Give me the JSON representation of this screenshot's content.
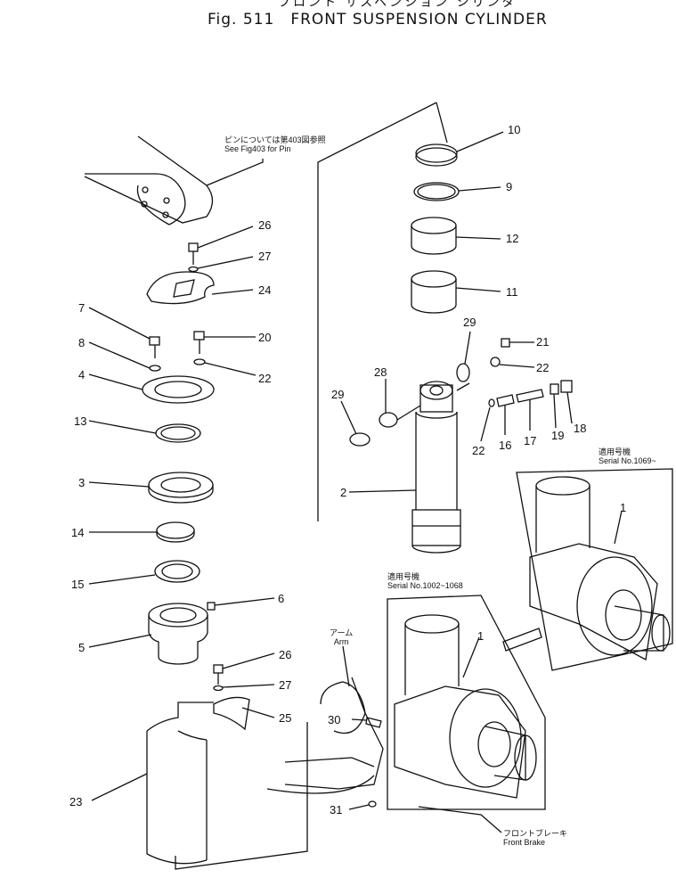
{
  "title": {
    "jp": "フロント サスペンション シリンダ",
    "fig": "Fig. 511",
    "en": "FRONT SUSPENSION CYLINDER"
  },
  "notes": {
    "pin_jp": "ピンについては第403図参照",
    "pin_en": "See Fig403 for Pin",
    "arm_jp": "アーム",
    "arm_en": "Arm",
    "serial_top_jp": "適用号機",
    "serial_top_en": "Serial No.1069~",
    "serial_mid_jp": "適用号機",
    "serial_mid_en": "Serial No.1002~1068",
    "brake_jp": "フロントブレーキ",
    "brake_en": "Front Brake"
  },
  "part_numbers": {
    "p1a": "1",
    "p1b": "1",
    "p2": "2",
    "p3": "3",
    "p4": "4",
    "p5": "5",
    "p6": "6",
    "p7": "7",
    "p8": "8",
    "p9": "9",
    "p10": "10",
    "p11": "11",
    "p12": "12",
    "p13": "13",
    "p14": "14",
    "p15": "15",
    "p16": "16",
    "p17": "17",
    "p18": "18",
    "p19": "19",
    "p20": "20",
    "p21": "21",
    "p22a": "22",
    "p22b": "22",
    "p22c": "22",
    "p23": "23",
    "p24": "24",
    "p25": "25",
    "p26a": "26",
    "p26b": "26",
    "p27a": "27",
    "p27b": "27",
    "p28": "28",
    "p29a": "29",
    "p29b": "29",
    "p30": "30",
    "p31": "31"
  }
}
